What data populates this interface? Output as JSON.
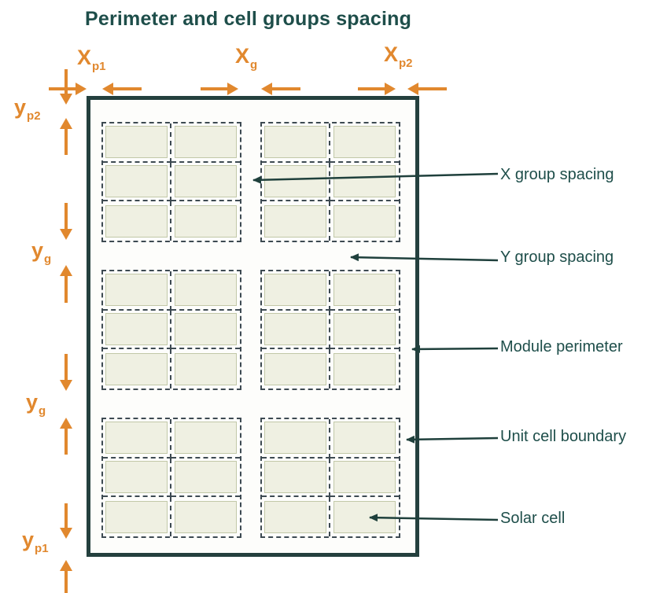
{
  "title": "Perimeter and cell groups spacing",
  "colors": {
    "orange": "#e1882e",
    "teal_text": "#1e4e4a",
    "callout_arrow": "#1f403c",
    "module_border": "#24403e",
    "module_bg": "#fdfdfb",
    "dash": "#3d4a52",
    "cell_fill": "#eff0e2",
    "cell_border": "#c2c8a8"
  },
  "dimension_labels": {
    "top": [
      {
        "main": "X",
        "sub": "p1"
      },
      {
        "main": "X",
        "sub": "g"
      },
      {
        "main": "X",
        "sub": "p2"
      }
    ],
    "left": [
      {
        "main": "y",
        "sub": "p2"
      },
      {
        "main": "y",
        "sub": "g"
      },
      {
        "main": "y",
        "sub": "g"
      },
      {
        "main": "y",
        "sub": "p1"
      }
    ]
  },
  "callouts": [
    {
      "label": "X group spacing"
    },
    {
      "label": "Y group spacing"
    },
    {
      "label": "Module perimeter"
    },
    {
      "label": "Unit cell boundary"
    },
    {
      "label": "Solar cell"
    }
  ],
  "module": {
    "group_rows": 3,
    "group_cols": 2,
    "cell_rows": 3,
    "cell_cols": 2
  }
}
